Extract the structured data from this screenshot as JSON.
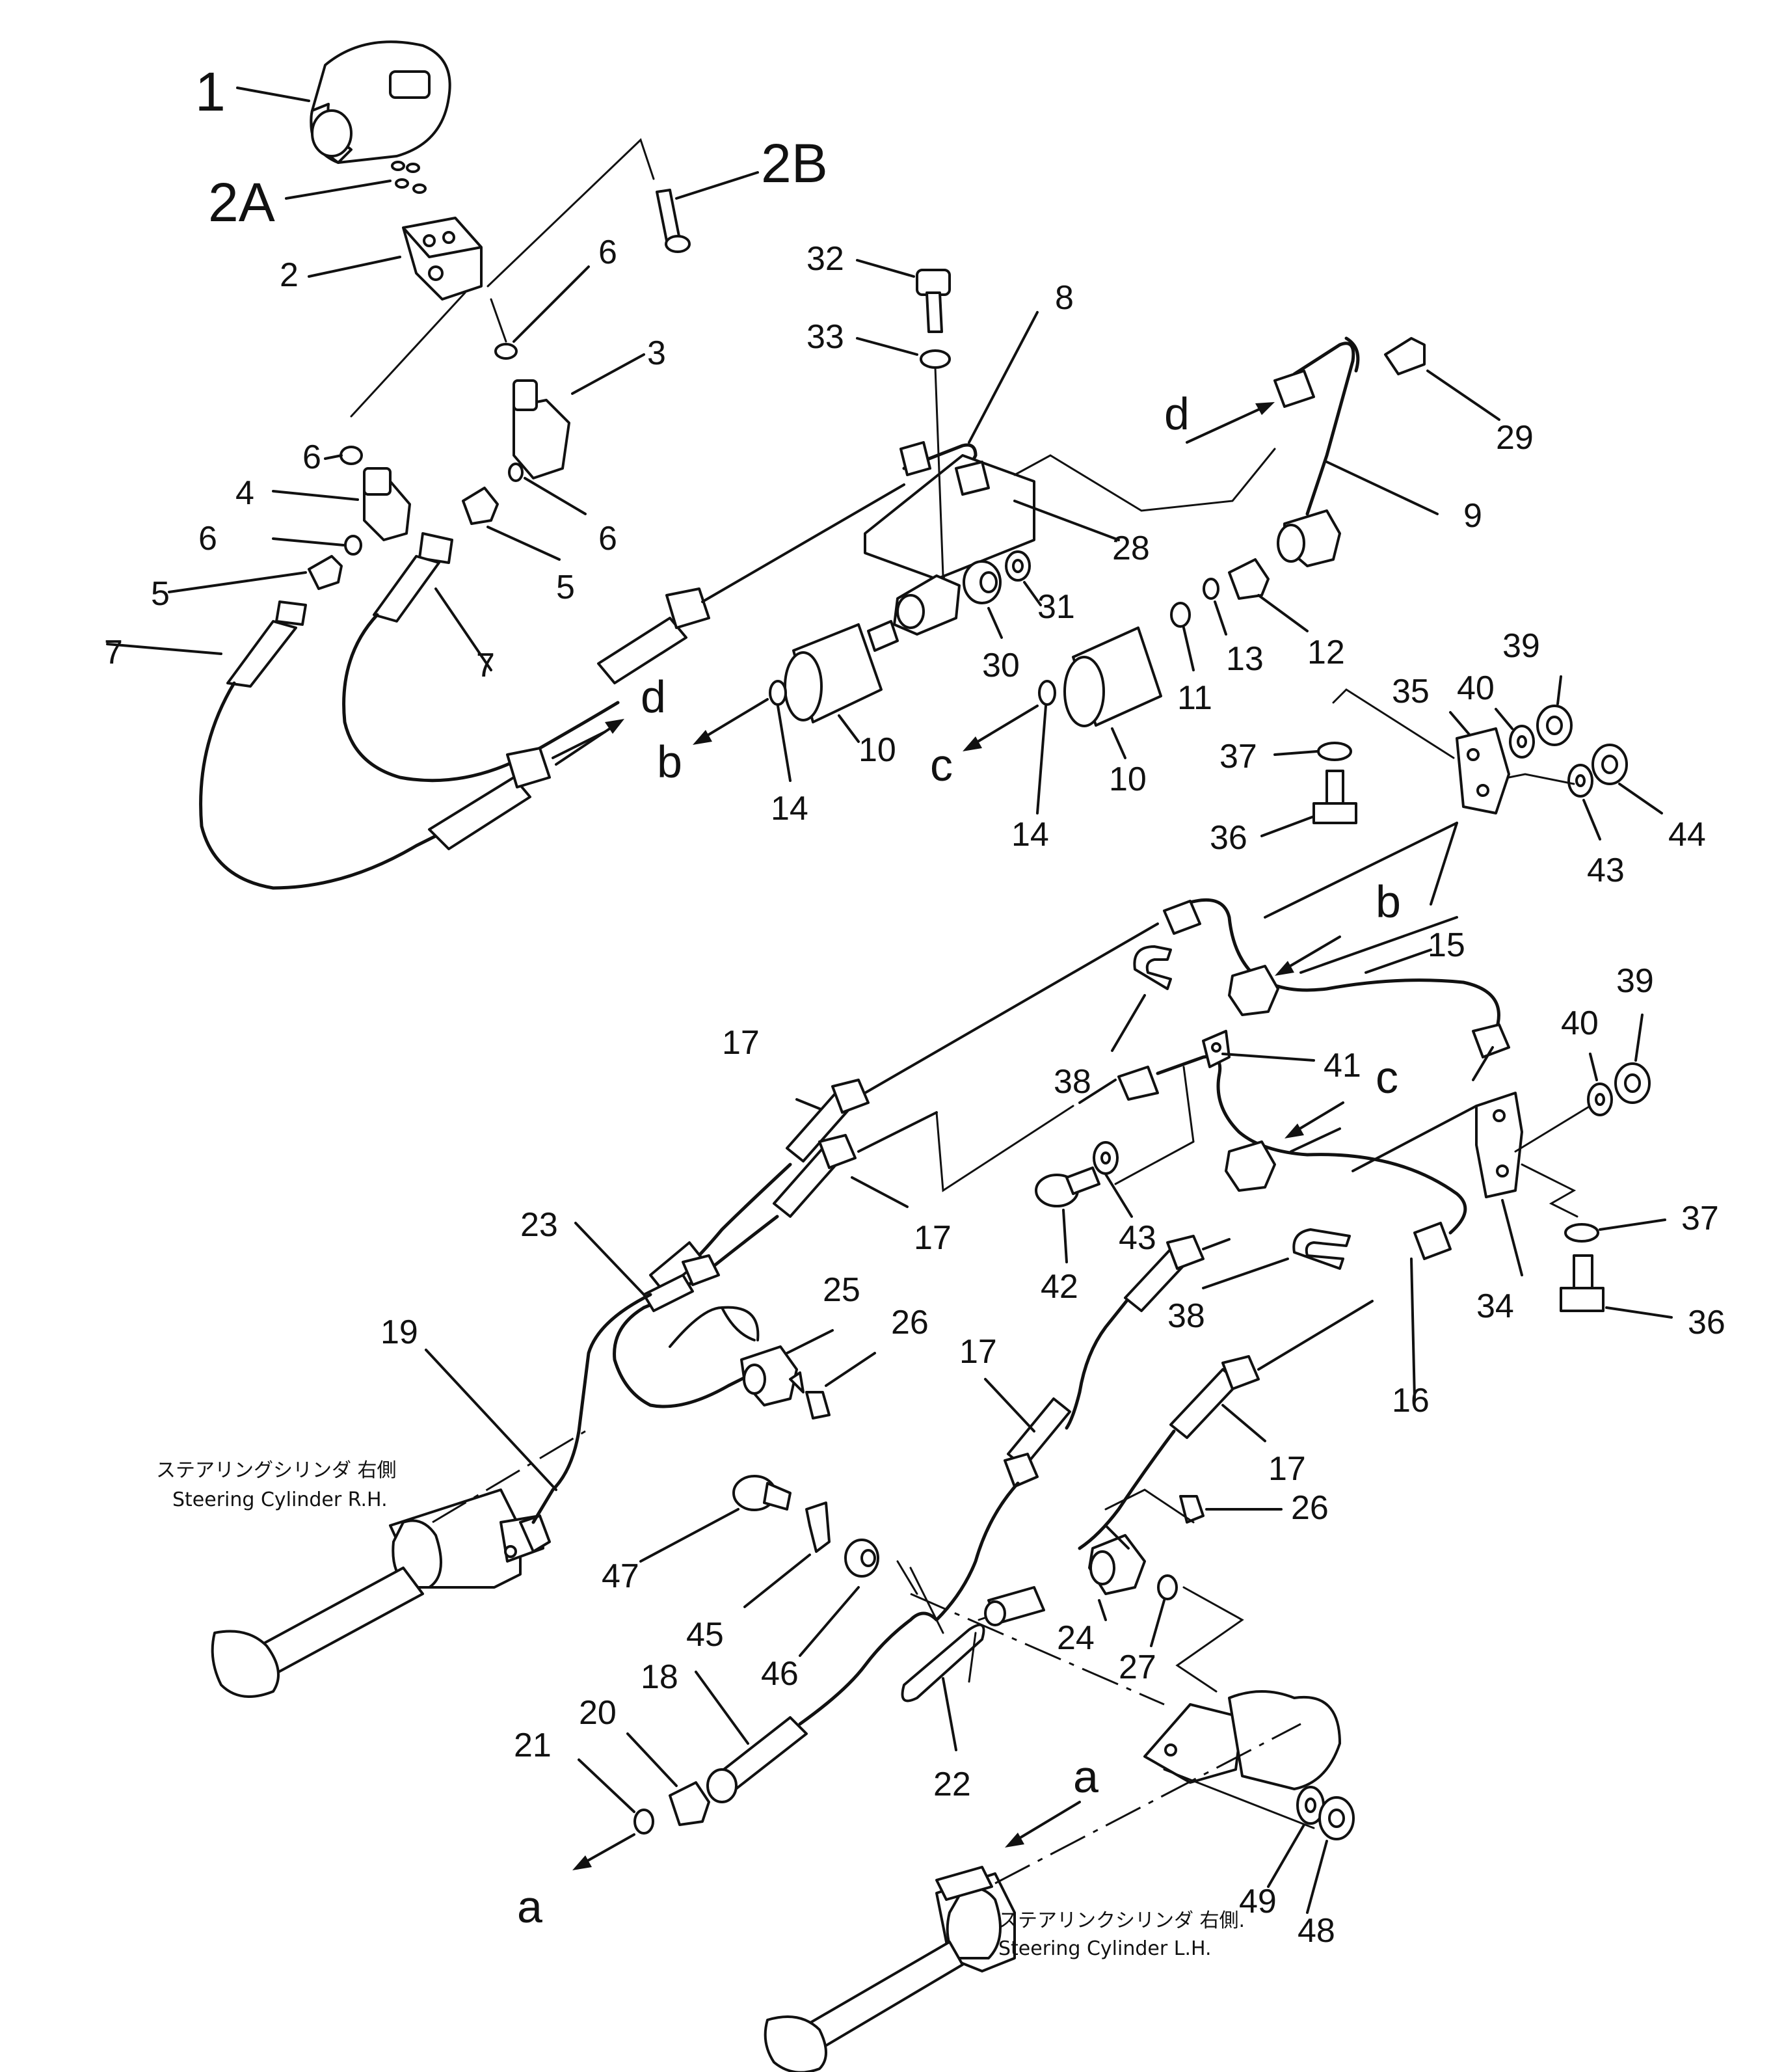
{
  "labels": {
    "p1": "1",
    "p2": "2",
    "p2a": "2A",
    "p2b": "2B",
    "p3": "3",
    "p4": "4",
    "p5a": "5",
    "p5b": "5",
    "p6a": "6",
    "p6b": "6",
    "p6c": "6",
    "p6d": "6",
    "p7a": "7",
    "p7b": "7",
    "p8": "8",
    "p9": "9",
    "p10a": "10",
    "p10b": "10",
    "p11": "11",
    "p12": "12",
    "p13": "13",
    "p14a": "14",
    "p14b": "14",
    "p15": "15",
    "p16": "16",
    "p17a": "17",
    "p17b": "17",
    "p17c": "17",
    "p17d": "17",
    "p18": "18",
    "p19": "19",
    "p20": "20",
    "p21": "21",
    "p22": "22",
    "p23": "23",
    "p24": "24",
    "p25": "25",
    "p26a": "26",
    "p26b": "26",
    "p27": "27",
    "p28": "28",
    "p29": "29",
    "p30": "30",
    "p31": "31",
    "p32": "32",
    "p33": "33",
    "p34": "34",
    "p35": "35",
    "p36a": "36",
    "p36b": "36",
    "p37a": "37",
    "p37b": "37",
    "p38a": "38",
    "p38b": "38",
    "p39a": "39",
    "p39b": "39",
    "p40a": "40",
    "p40b": "40",
    "p41": "41",
    "p42": "42",
    "p43a": "43",
    "p43b": "43",
    "p44": "44",
    "p45": "45",
    "p46": "46",
    "p47": "47",
    "p48": "48",
    "p49": "49"
  },
  "arrows": {
    "d_top": "d",
    "d_mid": "d",
    "b_left": "b",
    "c_left": "c",
    "b_right": "b",
    "c_right": "c",
    "a_left": "a",
    "a_right": "a"
  },
  "captions": {
    "rh_jp": "ステアリングシリンダ 右側",
    "rh_en": "Steering  Cylinder    R.H.",
    "lh_jp": "ステアリンクシリンダ 右側.",
    "lh_en": "Steering  Cylinder    L.H."
  }
}
